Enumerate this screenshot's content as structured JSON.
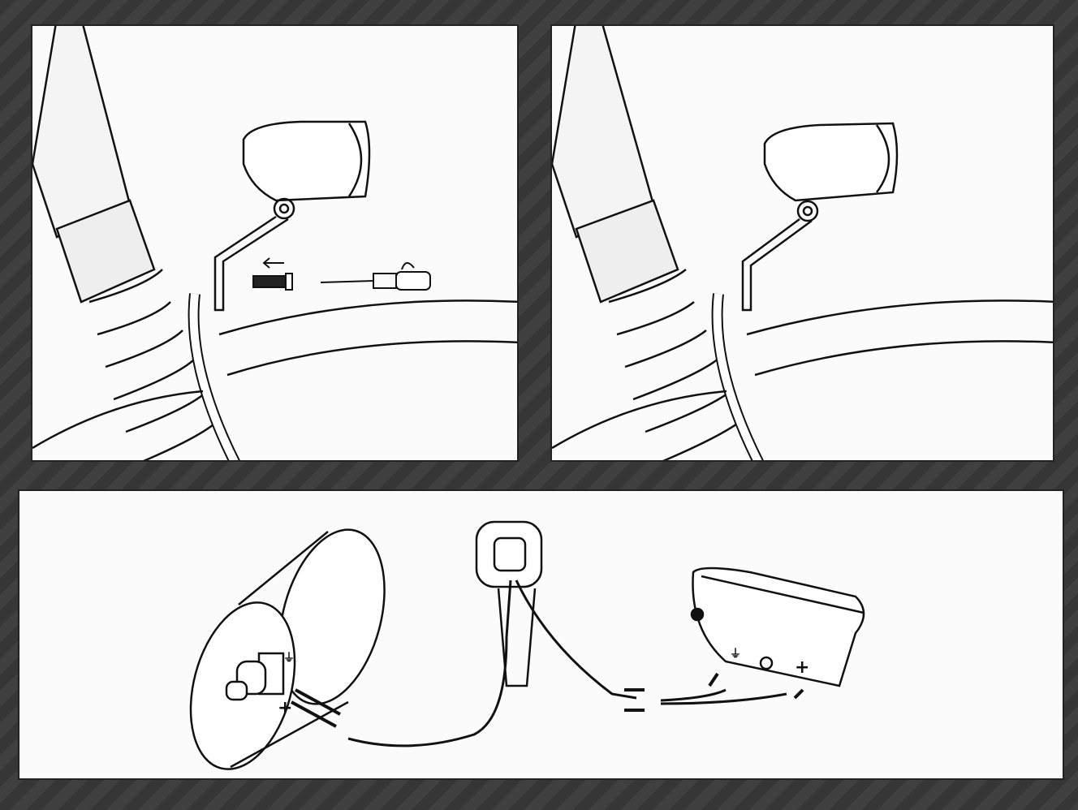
{
  "illustration": {
    "step1": "mount-headlight-with-screw",
    "step2": "headlight-mounted",
    "step3": "wiring-hub-dynamo-to-lights"
  },
  "symbols": {
    "hub_plus": "+",
    "hub_ground": "⏚",
    "tail_plus": "+",
    "tail_ground": "⏚"
  },
  "colors": {
    "background": "#3b3b3b",
    "panel": "#fbfbfb",
    "line": "#111111"
  }
}
